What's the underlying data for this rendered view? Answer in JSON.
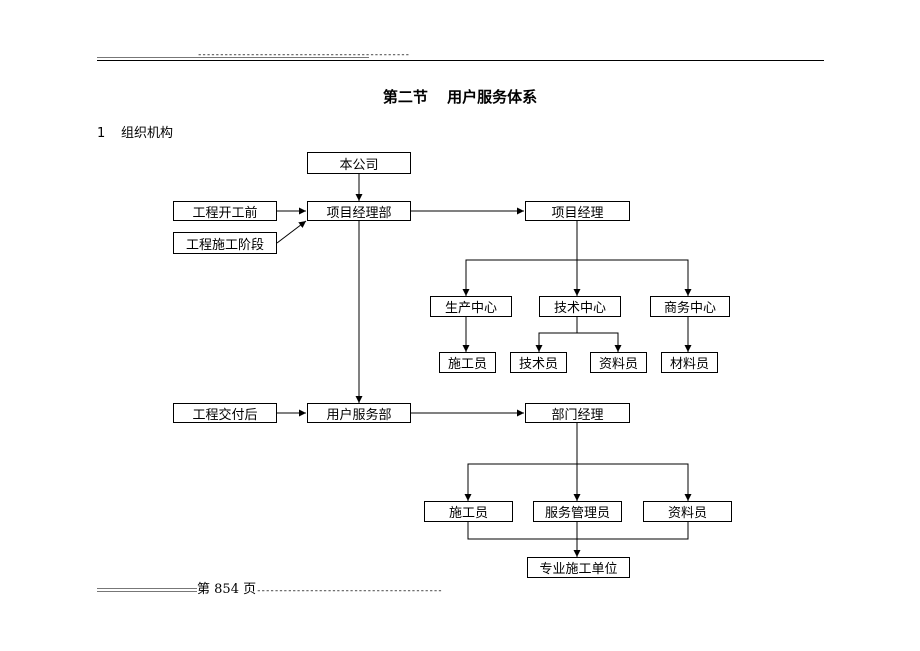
{
  "header": {
    "dashes": "------------------------------------------------"
  },
  "section_title": "第二节 用户服务体系",
  "heading": {
    "number": "1",
    "text": "组织机构"
  },
  "org_chart": {
    "company": "本公司",
    "before_construction": "工程开工前",
    "construction_stage": "工程施工阶段",
    "project_dept": "项目经理部",
    "project_manager": "项目经理",
    "production_center": "生产中心",
    "tech_center": "技术中心",
    "business_center": "商务中心",
    "construction_worker_1": "施工员",
    "technician": "技术员",
    "data_clerk_1": "资料员",
    "material_clerk": "材料员",
    "after_delivery": "工程交付后",
    "user_service_dept": "用户服务部",
    "dept_manager": "部门经理",
    "construction_worker_2": "施工员",
    "service_manager": "服务管理员",
    "data_clerk_2": "资料员",
    "specialized_unit": "专业施工单位"
  },
  "footer": {
    "prefix": "第",
    "page_number": "854",
    "suffix": "页",
    "dashes": "------------------------------------------"
  }
}
